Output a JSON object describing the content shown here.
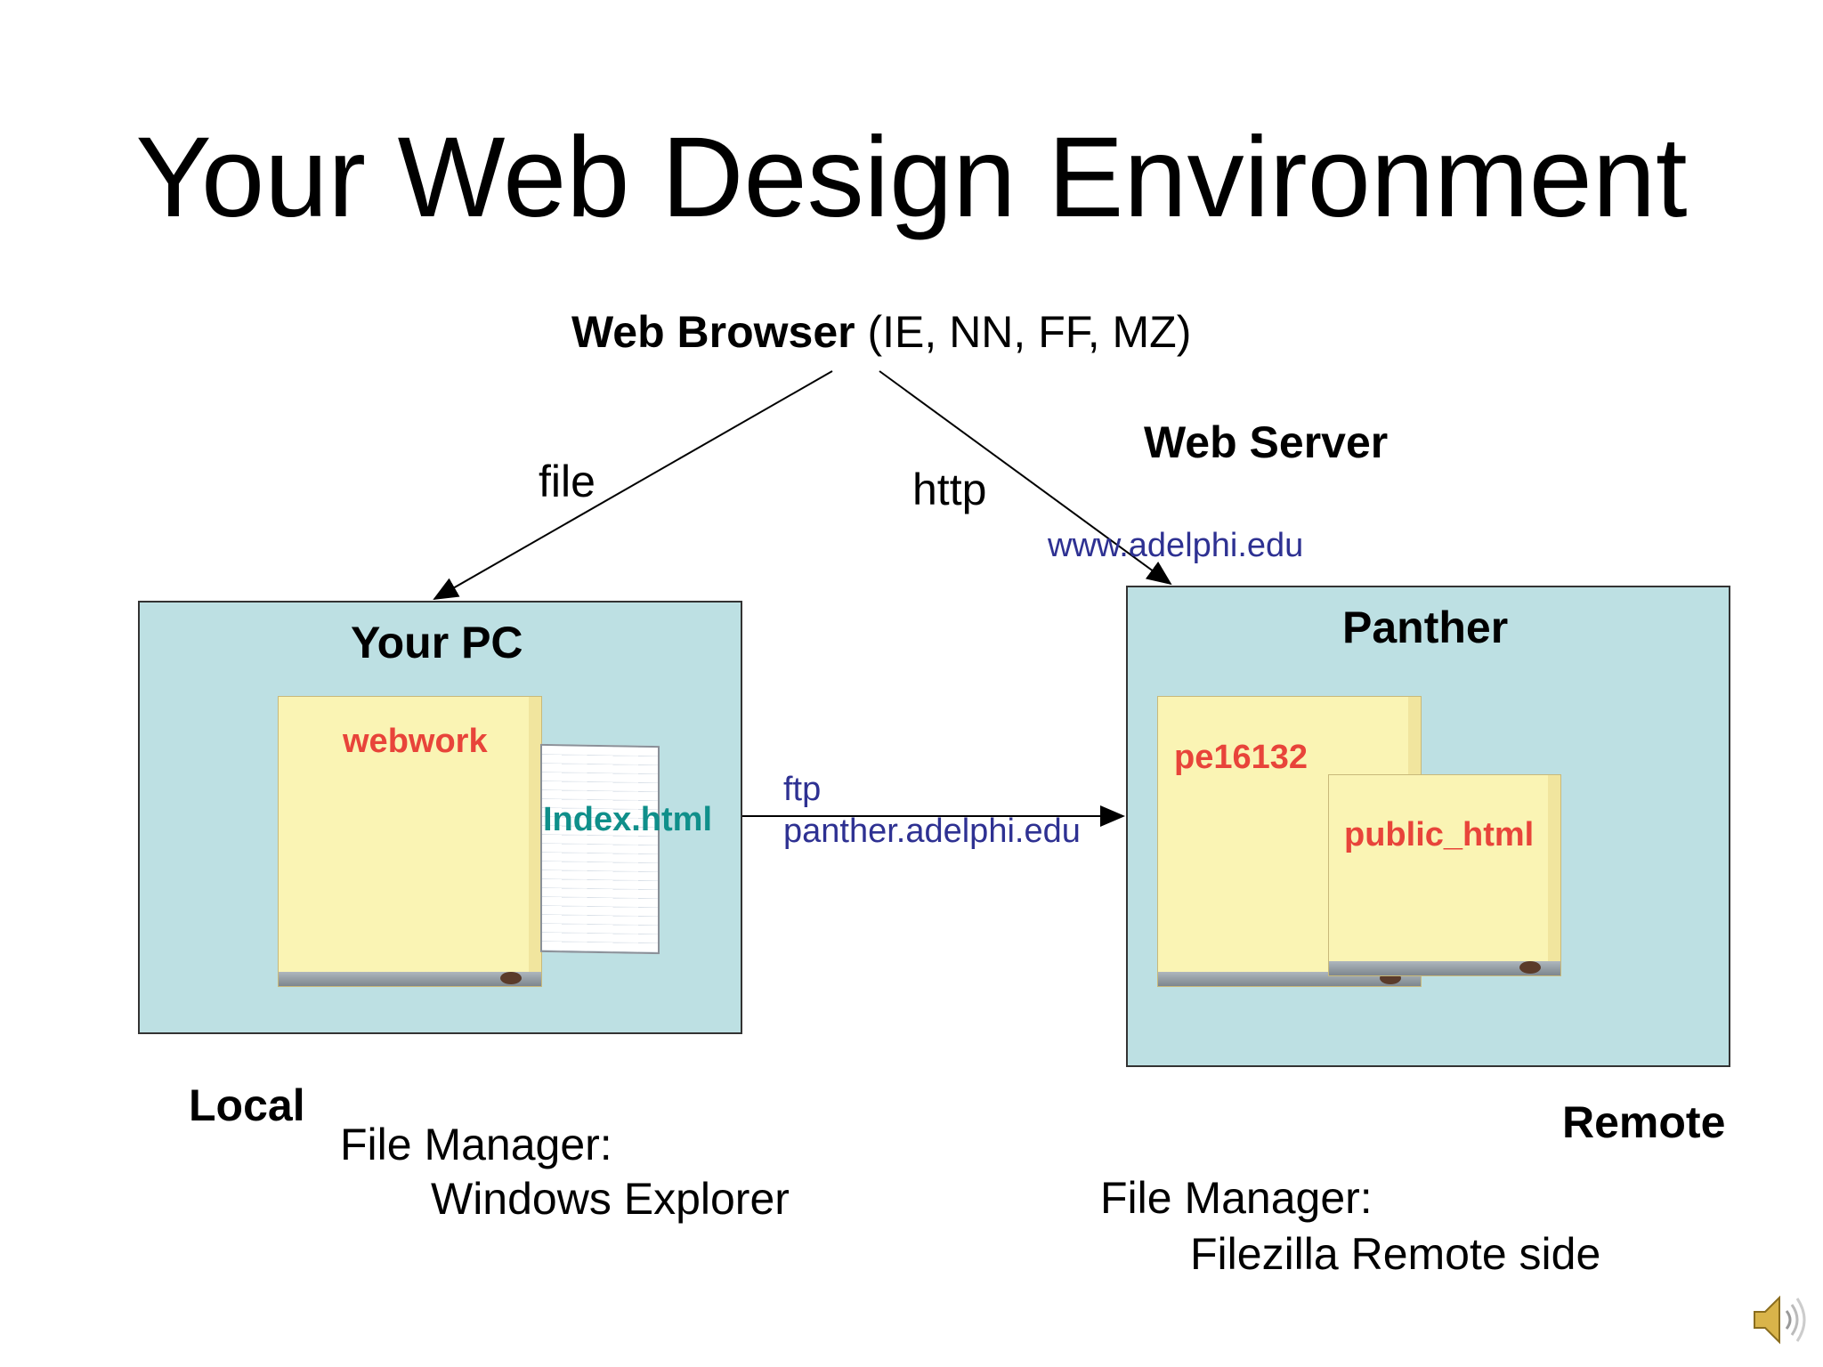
{
  "slide": {
    "title": "Your Web Design Environment",
    "browser": {
      "label": "Web Browser",
      "note": "(IE, NN, FF, MZ)"
    },
    "edges": {
      "file": "file",
      "http": "http"
    },
    "web_server": {
      "label": "Web Server",
      "host": "www.adelphi.edu"
    },
    "local_box": {
      "title": "Your PC",
      "folder": "webwork",
      "file": "Index.html"
    },
    "remote_box": {
      "title": "Panther",
      "folder": "pe16132",
      "subfolder": "public_html"
    },
    "ftp": {
      "protocol": "ftp",
      "host": "panther.adelphi.edu"
    },
    "local": {
      "label": "Local",
      "manager_label": "File Manager:",
      "manager_value": "Windows Explorer"
    },
    "remote": {
      "label": "Remote",
      "manager_label": "File Manager:",
      "manager_value": "Filezilla Remote side"
    },
    "colors": {
      "box_fill": "#bde0e3",
      "folder_fill": "#faf4b4",
      "link_blue": "#2e3192",
      "label_red": "#e8443a",
      "label_teal": "#0f8f8a"
    }
  }
}
